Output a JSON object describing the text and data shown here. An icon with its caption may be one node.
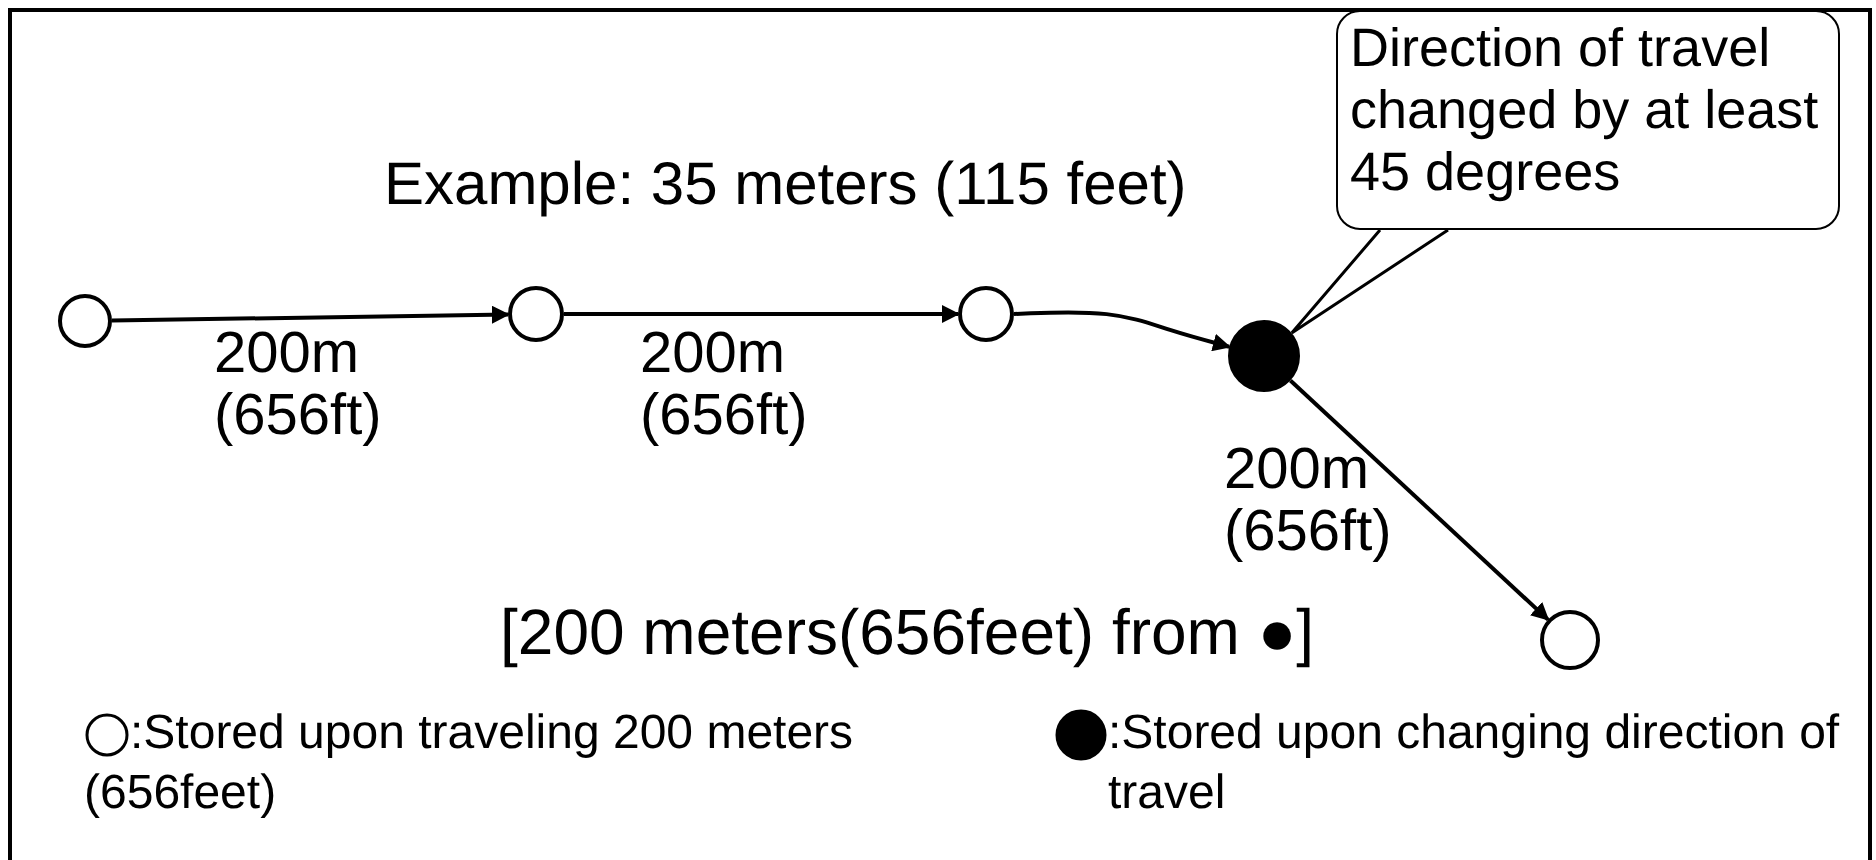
{
  "diagram": {
    "nodes": [
      {
        "text": [],
        "shape": "circle"
      },
      {
        "text": [],
        "shape": "circle"
      },
      {
        "text": [],
        "shape": "circle"
      },
      {
        "text": [],
        "shape": "circle"
      },
      {
        "text": [],
        "shape": "circle"
      },
      {
        "text": [
          "Direction of travel changed by at least 45 degrees"
        ]
      }
    ],
    "edges": [
      {
        "from": 0,
        "to": 1,
        "arrow": "to",
        "label": "200m (656ft)"
      },
      {
        "from": 1,
        "to": 2,
        "arrow": "to",
        "label": "200m (656ft)"
      },
      {
        "from": 2,
        "to": 3,
        "arrow": "to"
      },
      {
        "from": 3,
        "to": 4,
        "arrow": "to",
        "label": "200m (656ft)"
      },
      {
        "from": 5,
        "to": 3,
        "arrow": "none"
      }
    ],
    "labels": [
      "Example: 35 meters (115 feet)",
      "[200 meters(656feet) from ●]"
    ],
    "legend": [
      {
        "text": ":Stored upon traveling 200 meters (656feet)"
      },
      {
        "text": ":Stored upon changing direction of travel"
      }
    ]
  }
}
